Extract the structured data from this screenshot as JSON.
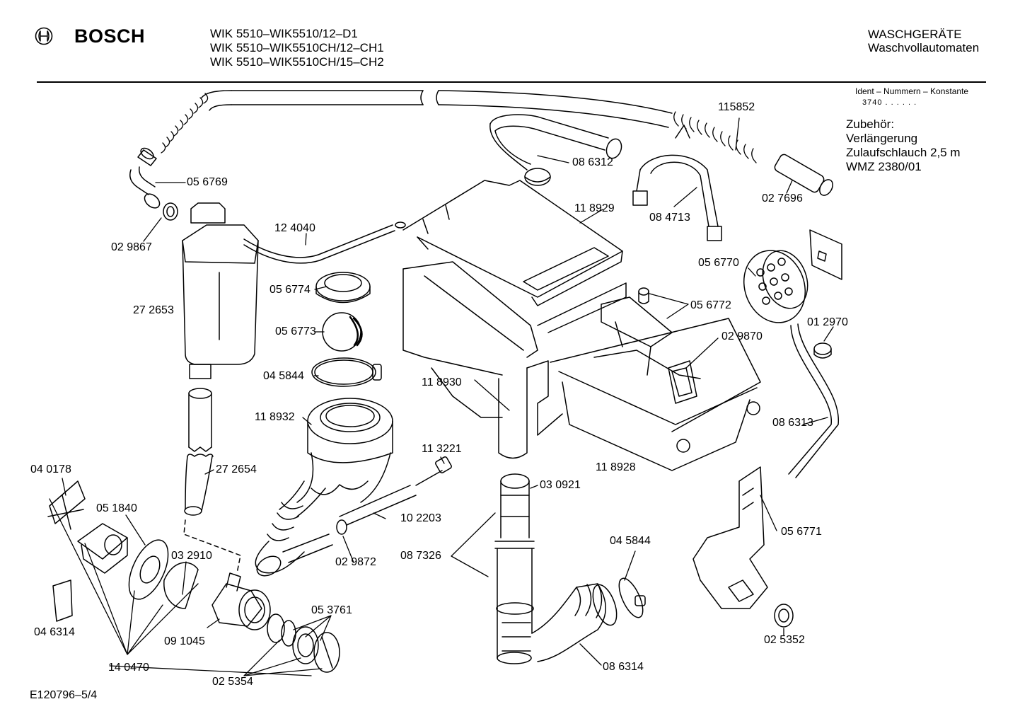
{
  "header": {
    "brand": "BOSCH",
    "models": [
      "WIK 5510–WIK5510/12–D1",
      "WIK 5510–WIK5510CH/12–CH1",
      "WIK 5510–WIK5510CH/15–CH2"
    ],
    "category": "WASCHGERÄTE",
    "subcategory": "Waschvollautomaten"
  },
  "ident": {
    "title": "Ident – Nummern – Konstante",
    "value": "3740 . . . . . ."
  },
  "accessory": {
    "lines": [
      "Zubehör:",
      "Verlängerung",
      "Zulaufschlauch 2,5 m",
      "WMZ 2380/01"
    ]
  },
  "parts": [
    {
      "id": "p115852",
      "label": "115852"
    },
    {
      "id": "p056769",
      "label": "05 6769"
    },
    {
      "id": "p086312",
      "label": "08 6312"
    },
    {
      "id": "p084713",
      "label": "08 4713"
    },
    {
      "id": "p027696",
      "label": "02 7696"
    },
    {
      "id": "p118929",
      "label": "11 8929"
    },
    {
      "id": "p124040",
      "label": "12 4040"
    },
    {
      "id": "p029867",
      "label": "02 9867"
    },
    {
      "id": "p056774",
      "label": "05 6774"
    },
    {
      "id": "p056770",
      "label": "05 6770"
    },
    {
      "id": "p272653",
      "label": "27 2653"
    },
    {
      "id": "p056772",
      "label": "05 6772"
    },
    {
      "id": "p056773",
      "label": "05 6773"
    },
    {
      "id": "p012970",
      "label": "01 2970"
    },
    {
      "id": "p029870",
      "label": "02 9870"
    },
    {
      "id": "p045844a",
      "label": "04 5844"
    },
    {
      "id": "p118930",
      "label": "11 8930"
    },
    {
      "id": "p086313",
      "label": "08 6313"
    },
    {
      "id": "p118932",
      "label": "11 8932"
    },
    {
      "id": "p113221",
      "label": "11 3221"
    },
    {
      "id": "p118928",
      "label": "11 8928"
    },
    {
      "id": "p040178",
      "label": "04 0178"
    },
    {
      "id": "p272654",
      "label": "27 2654"
    },
    {
      "id": "p030921",
      "label": "03 0921"
    },
    {
      "id": "p051840",
      "label": "05 1840"
    },
    {
      "id": "p102203",
      "label": "10 2203"
    },
    {
      "id": "p056771",
      "label": "05 6771"
    },
    {
      "id": "p045844b",
      "label": "04 5844"
    },
    {
      "id": "p032910",
      "label": "03 2910"
    },
    {
      "id": "p029872",
      "label": "02 9872"
    },
    {
      "id": "p087326",
      "label": "08 7326"
    },
    {
      "id": "p053761",
      "label": "05 3761"
    },
    {
      "id": "p046314",
      "label": "04 6314"
    },
    {
      "id": "p091045",
      "label": "09 1045"
    },
    {
      "id": "p025352",
      "label": "02 5352"
    },
    {
      "id": "p140470",
      "label": "14 0470"
    },
    {
      "id": "p025354",
      "label": "02 5354"
    },
    {
      "id": "p086314",
      "label": "08 6314"
    }
  ],
  "footer": {
    "code": "E120796–5/4"
  }
}
